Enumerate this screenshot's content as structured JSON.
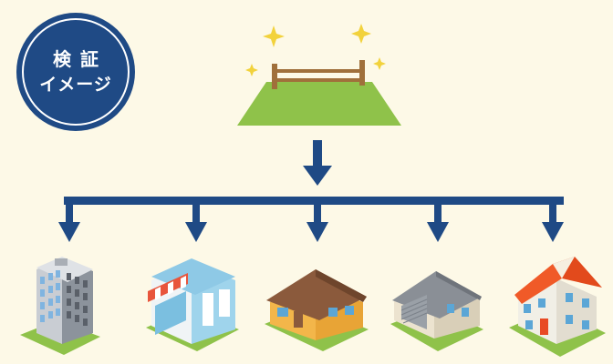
{
  "badge": {
    "line1": "検証",
    "line2": "イメージ"
  },
  "colors": {
    "background": "#fdf9e7",
    "accent": "#1f4a85",
    "lawn": "#8fc24a",
    "fence": "#a0703b",
    "sparkle": "#f2d23c"
  },
  "icons": {
    "land": "vacant-lot-with-fence",
    "sparkles": "sparkle-star",
    "arrows": "down-arrow",
    "buildings": [
      "office-building",
      "storefront-shop",
      "single-story-house",
      "garage-house",
      "two-story-house"
    ]
  }
}
